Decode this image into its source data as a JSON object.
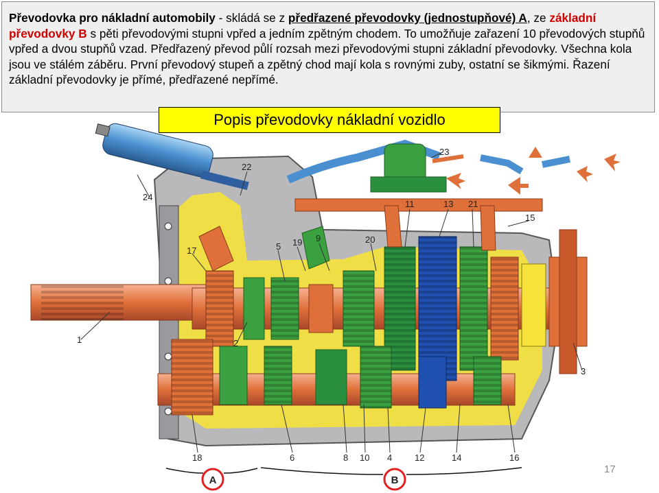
{
  "description": {
    "s1": "Převodovka pro nákladní automobily",
    "s2": " - skládá se z ",
    "s3": "předřazené převodovky (jednostupňové) A",
    "s4": ", ze ",
    "s5": "základní převodovky B",
    "s6": " s pěti převodovými stupni vpřed a jedním zpětným chodem. To umožňuje zařazení 10 převodových stupňů vpřed a dvou stupňů vzad. Předřazený převod půlí rozsah mezi převodovými stupni základní převodovky. Všechna kola jsou ve stálém záběru. První převodový stupeň a zpětný chod mají kola s rovnými zuby, ostatní se šikmými.",
    "s7": " Řazení základní převodovky je přímé, předřazené nepřímé."
  },
  "caption": "Popis převodovky nákladní vozidlo",
  "callouts": [
    "1",
    "2",
    "3",
    "4",
    "5",
    "6",
    "8",
    "9",
    "10",
    "11",
    "12",
    "13",
    "14",
    "15",
    "16",
    "17",
    "18",
    "19",
    "20",
    "21",
    "22",
    "23",
    "24"
  ],
  "markers": {
    "a": "A",
    "b": "B"
  },
  "page_number": "17",
  "colors": {
    "caption_bg": "#ffff00",
    "callout_circle": "#e02020",
    "highlight_text": "#d00000",
    "housing_yellow": "#f6e23a",
    "shaft_orange": "#e0703a",
    "gear_green": "#3aa040",
    "gear_blue": "#2050b0",
    "cylinder_blue": "#4a90d0"
  }
}
